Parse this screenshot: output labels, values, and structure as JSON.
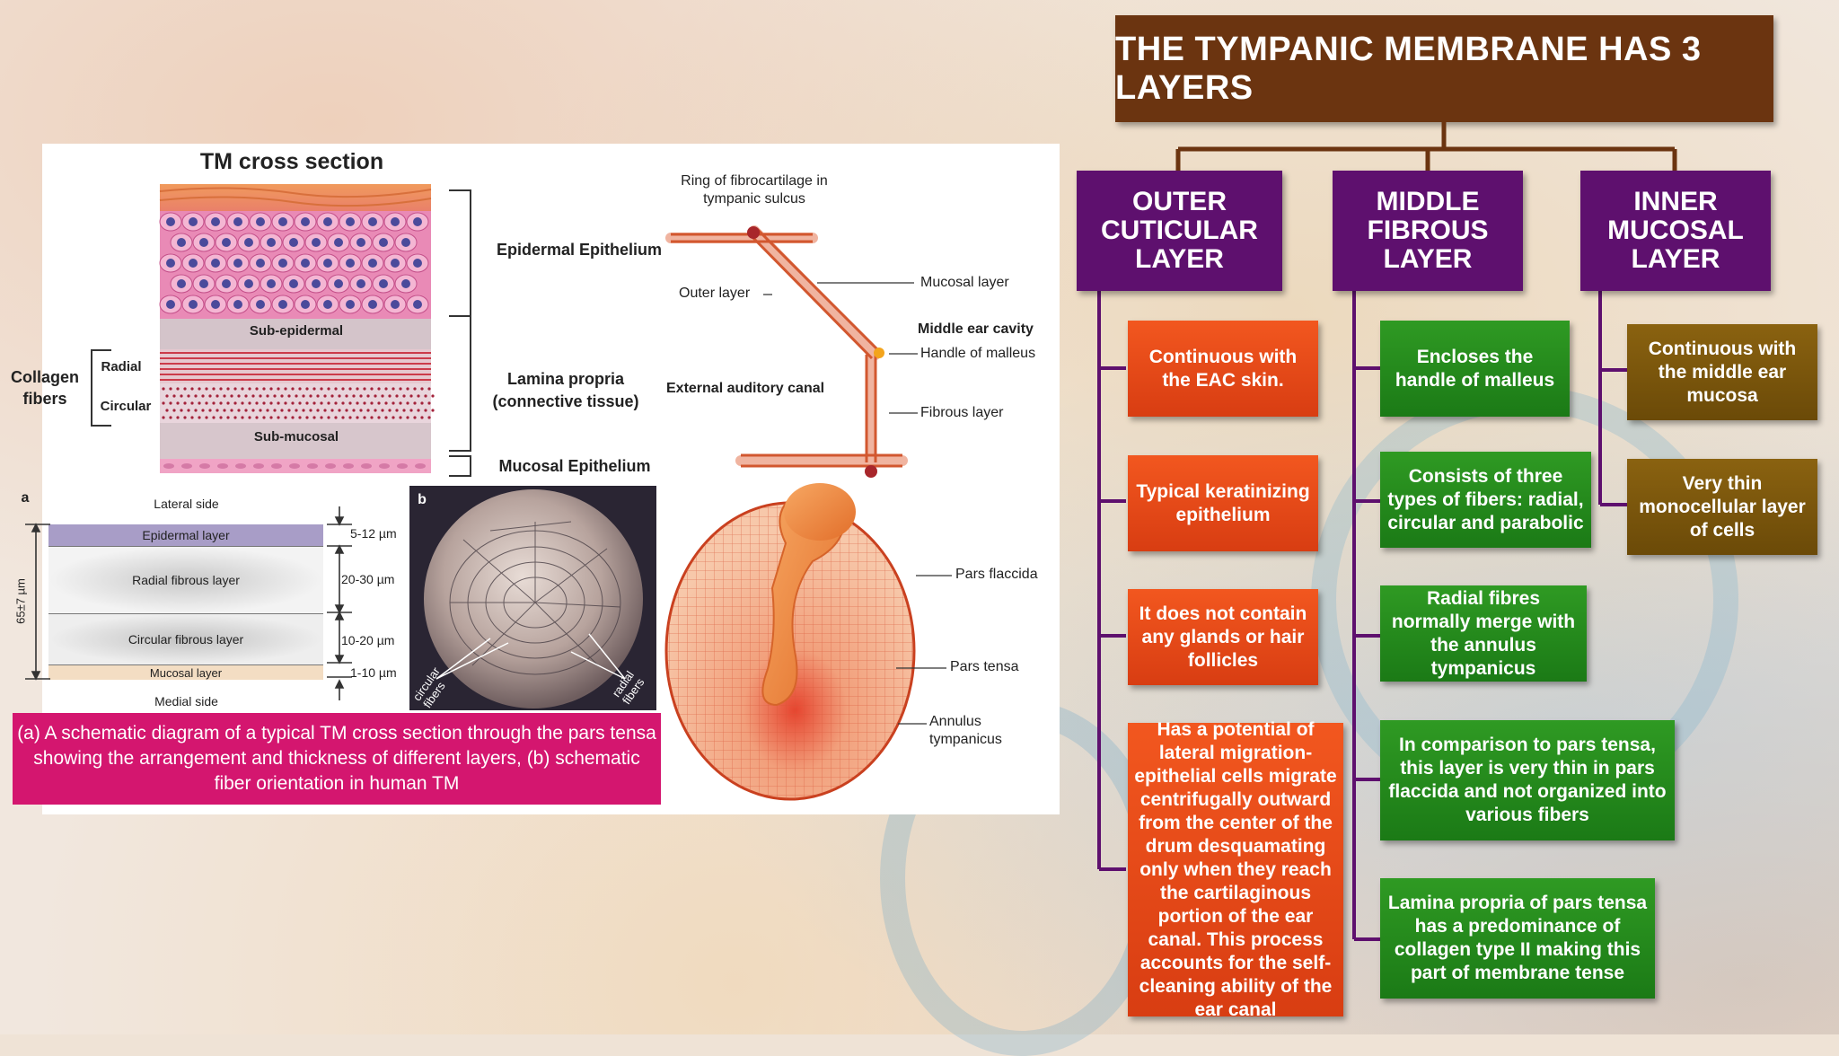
{
  "title": "THE TYMPANIC MEMBRANE HAS 3 LAYERS",
  "columns": [
    {
      "header": "OUTER\nCUTICULAR\nLAYER",
      "items": [
        "Continuous with the EAC skin.",
        "Typical keratinizing epithelium",
        "It does not contain any glands or hair follicles",
        "Has a potential of lateral migration- epithelial cells migrate centrifugally outward from the center of the drum desquamating only when they reach the cartilaginous portion of the ear canal. This process accounts for the self-cleaning ability of the ear canal"
      ]
    },
    {
      "header": "MIDDLE\nFIBROUS\nLAYER",
      "items": [
        "Encloses the handle of malleus",
        "Consists of three types of fibers: radial, circular and parabolic",
        "Radial fibres normally merge with the annulus tympanicus",
        "In comparison to pars tensa, this layer is very thin in pars flaccida and not organized into various fibers",
        "Lamina propria of pars tensa has a predominance of collagen type II making this part of membrane tense"
      ]
    },
    {
      "header": "INNER\nMUCOSAL\nLAYER",
      "items": [
        "Continuous with the middle ear mucosa",
        "Very thin monocellular layer of cells"
      ]
    }
  ],
  "cross_section": {
    "title": "TM cross section",
    "sub_epidermal": "Sub-epidermal",
    "sub_mucosal": "Sub-mucosal",
    "collagen": "Collagen\nfibers",
    "radial": "Radial",
    "circular": "Circular",
    "epidermal_epithelium": "Epidermal Epithelium",
    "lamina_propria": "Lamina propria\n(connective tissue)",
    "mucosal_epithelium": "Mucosal Epithelium"
  },
  "schematic": {
    "label_a": "a",
    "label_b": "b",
    "lateral": "Lateral side",
    "medial": "Medial side",
    "total": "65±7 µm",
    "layers": [
      {
        "name": "Epidermal layer",
        "thickness": "5-12 µm"
      },
      {
        "name": "Radial fibrous layer",
        "thickness": "20-30 µm"
      },
      {
        "name": "Circular fibrous layer",
        "thickness": "10-20 µm"
      },
      {
        "name": "Mucosal layer",
        "thickness": "1-10 µm"
      }
    ],
    "circular_fibers": "circular\nfibers",
    "radial_fibers": "radial\nfibers"
  },
  "caption": "(a) A schematic diagram of a typical TM cross section through the pars tensa showing the arrangement and thickness of different layers, (b) schematic fiber orientation in human TM",
  "anatomy": {
    "ring": "Ring of fibrocartilage in\ntympanic sulcus",
    "outer_layer": "Outer layer",
    "mucosal_layer": "Mucosal layer",
    "middle_ear_cavity": "Middle ear cavity",
    "handle_malleus": "Handle of malleus",
    "external_canal": "External auditory canal",
    "fibrous_layer": "Fibrous layer",
    "pars_flaccida": "Pars flaccida",
    "pars_tensa": "Pars tensa",
    "annulus": "Annulus\ntympanicus"
  },
  "colors": {
    "title_bg": "#6b3410",
    "header_bg": "#5e106e",
    "red": "#e54a18",
    "green": "#228a1b",
    "olive": "#7a560c",
    "caption_bg": "#d4166f"
  }
}
